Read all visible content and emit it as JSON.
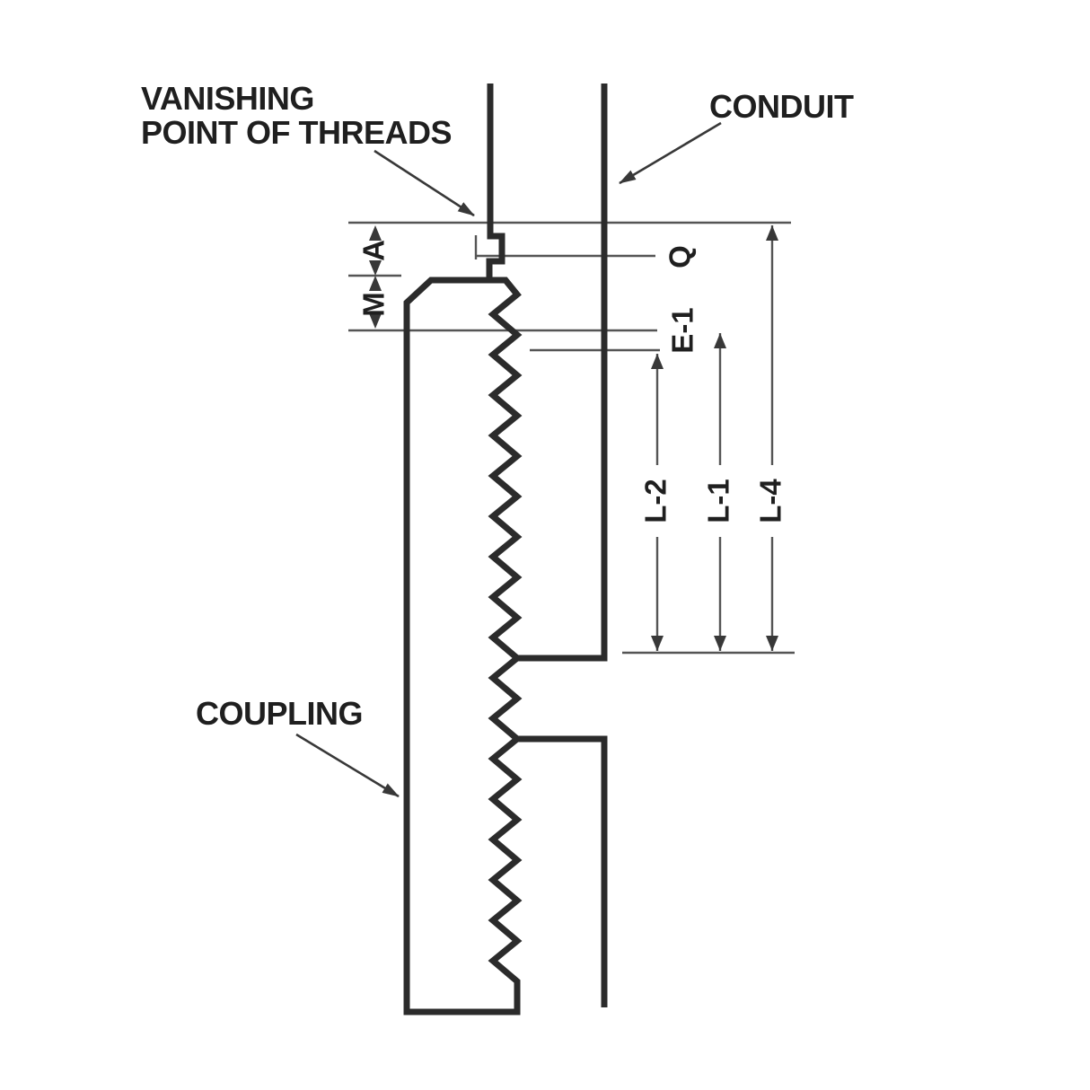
{
  "diagram": {
    "title_labels": {
      "vanishing_point_line1": "VANISHING",
      "vanishing_point_line2": "POINT OF THREADS",
      "conduit": "CONDUIT",
      "coupling": "COUPLING"
    },
    "dimension_labels": {
      "a": "A",
      "m": "M",
      "q": "Q",
      "e1": "E-1",
      "l2": "L-2",
      "l1": "L-1",
      "l4": "L-4"
    },
    "colors": {
      "outline": "#2b2b2b",
      "dimension_line": "#555555",
      "leader_arrow": "#383838",
      "text": "#1f1f1f",
      "background": "#ffffff"
    }
  }
}
